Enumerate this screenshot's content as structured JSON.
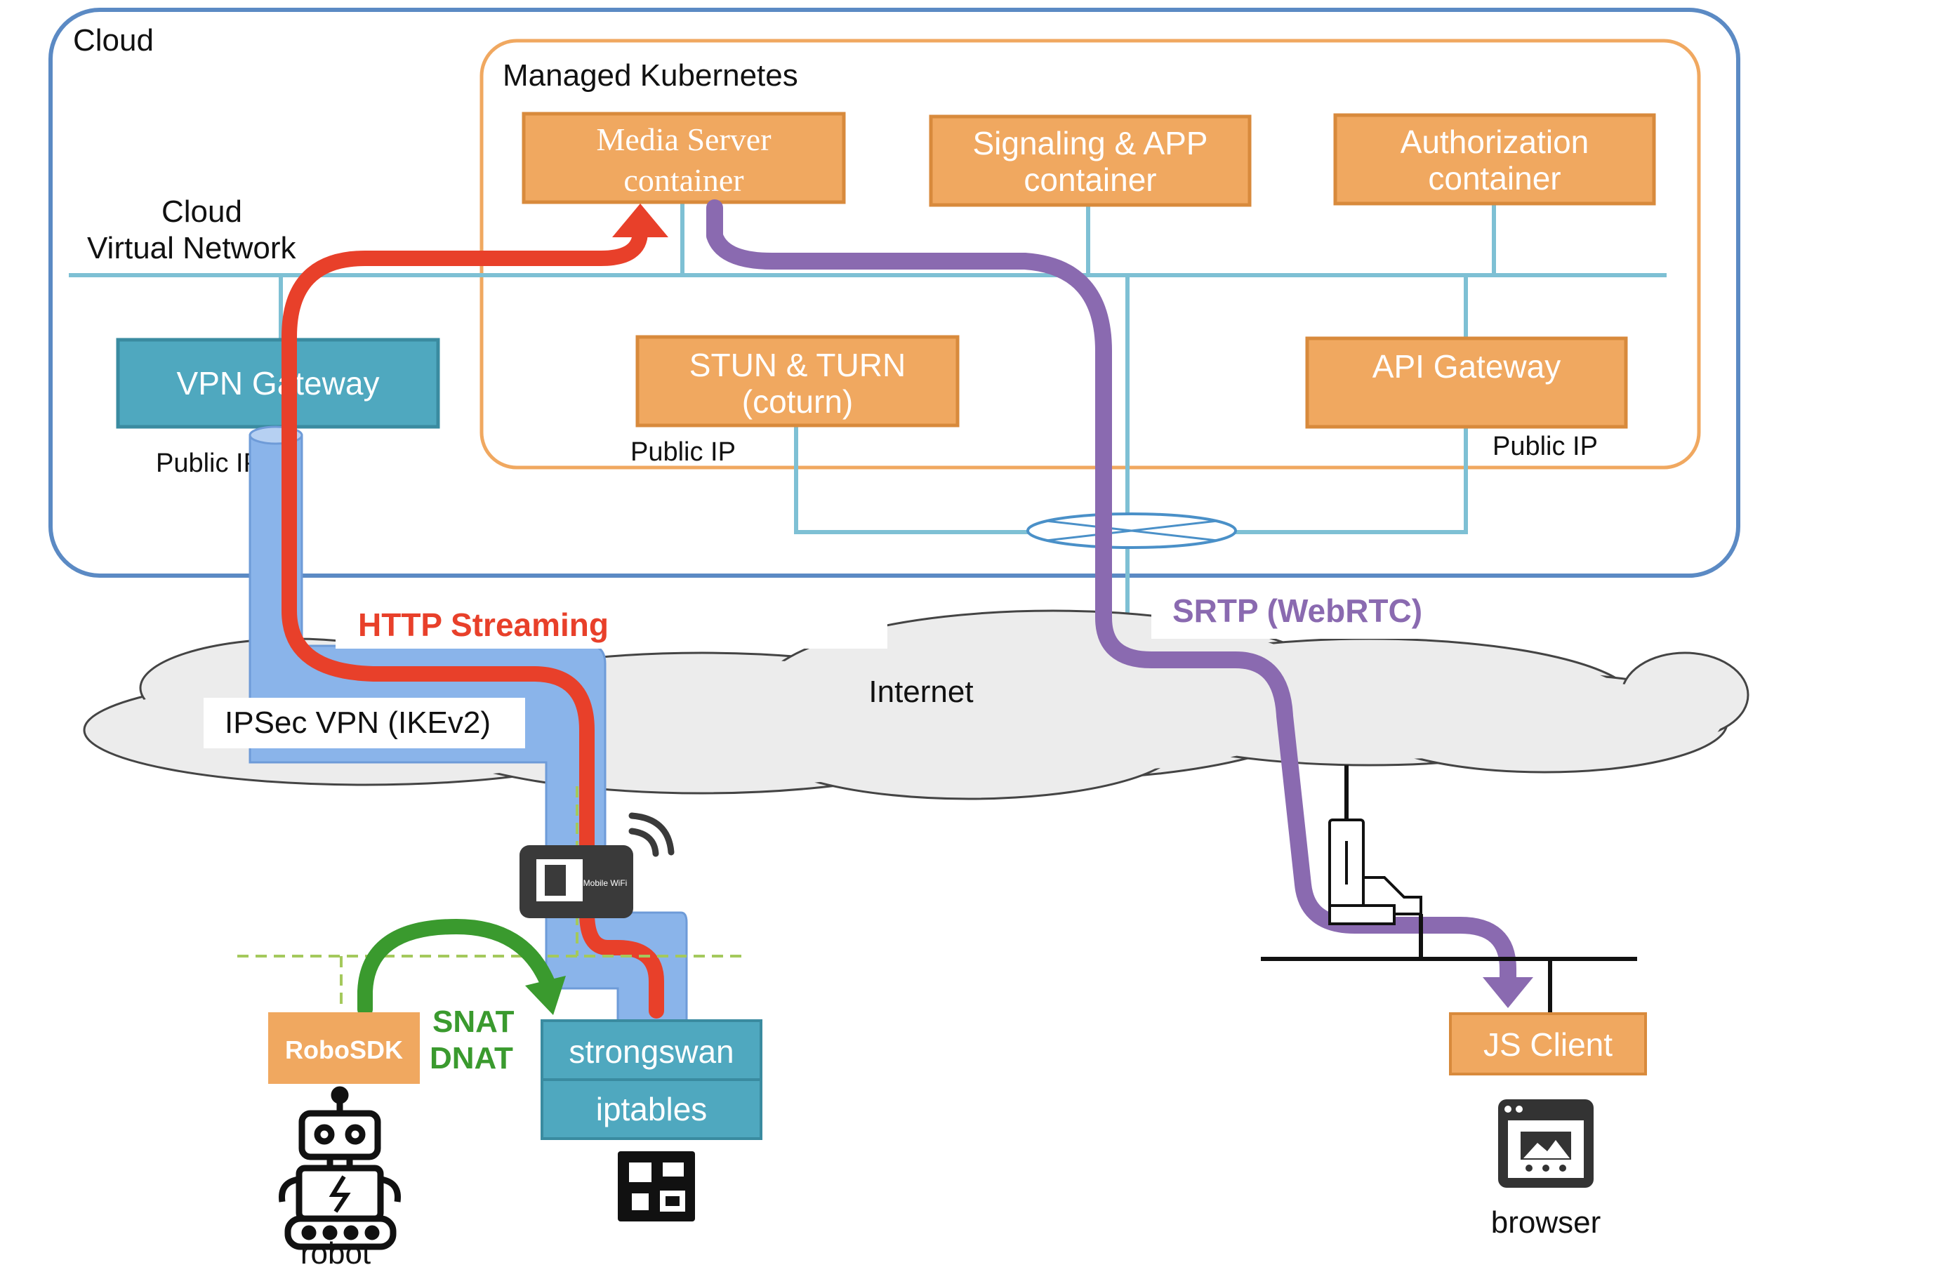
{
  "cloud": {
    "label": "Cloud"
  },
  "kubernetes": {
    "label": "Managed Kubernetes"
  },
  "network": {
    "label_line1": "Cloud",
    "label_line2": "Virtual Network"
  },
  "containers": {
    "media_server": {
      "line1": "Media Server",
      "line2": "container"
    },
    "signaling": {
      "line1": "Signaling & APP",
      "line2": "container"
    },
    "authorization": {
      "line1": "Authorization",
      "line2": "container"
    },
    "stun_turn": {
      "line1": "STUN & TURN",
      "line2": "(coturn)"
    },
    "api_gateway": {
      "line1": "API Gateway"
    }
  },
  "vpn_gateway": {
    "label": "VPN Gateway"
  },
  "public_ip": {
    "vpn": "Public IP",
    "stun": "Public IP",
    "api": "Public IP"
  },
  "flows": {
    "http_streaming": "HTTP Streaming",
    "srtp": "SRTP (WebRTC)",
    "ipsec": "IPSec VPN (IKEv2)",
    "snat": "SNAT",
    "dnat": "DNAT"
  },
  "internet": {
    "label": "Internet"
  },
  "devices": {
    "robosdk": "RoboSDK",
    "strongswan": "strongswan",
    "iptables": "iptables",
    "robot": "robot",
    "js_client": "JS Client",
    "browser": "browser",
    "router_text": "Mobile WiFi"
  },
  "colors": {
    "cloud_border": "#5b8ac4",
    "k8s_border": "#f0a860",
    "orange_box": "#f0a860",
    "orange_box_border": "#d88a3c",
    "network_line": "#7ec0d4",
    "teal_box": "#4fa8bf",
    "http_red": "#e8402a",
    "srtp_purple": "#8a6ab0",
    "snat_green": "#3a9a2e",
    "vpn_tunnel": "#8ab4ea"
  }
}
